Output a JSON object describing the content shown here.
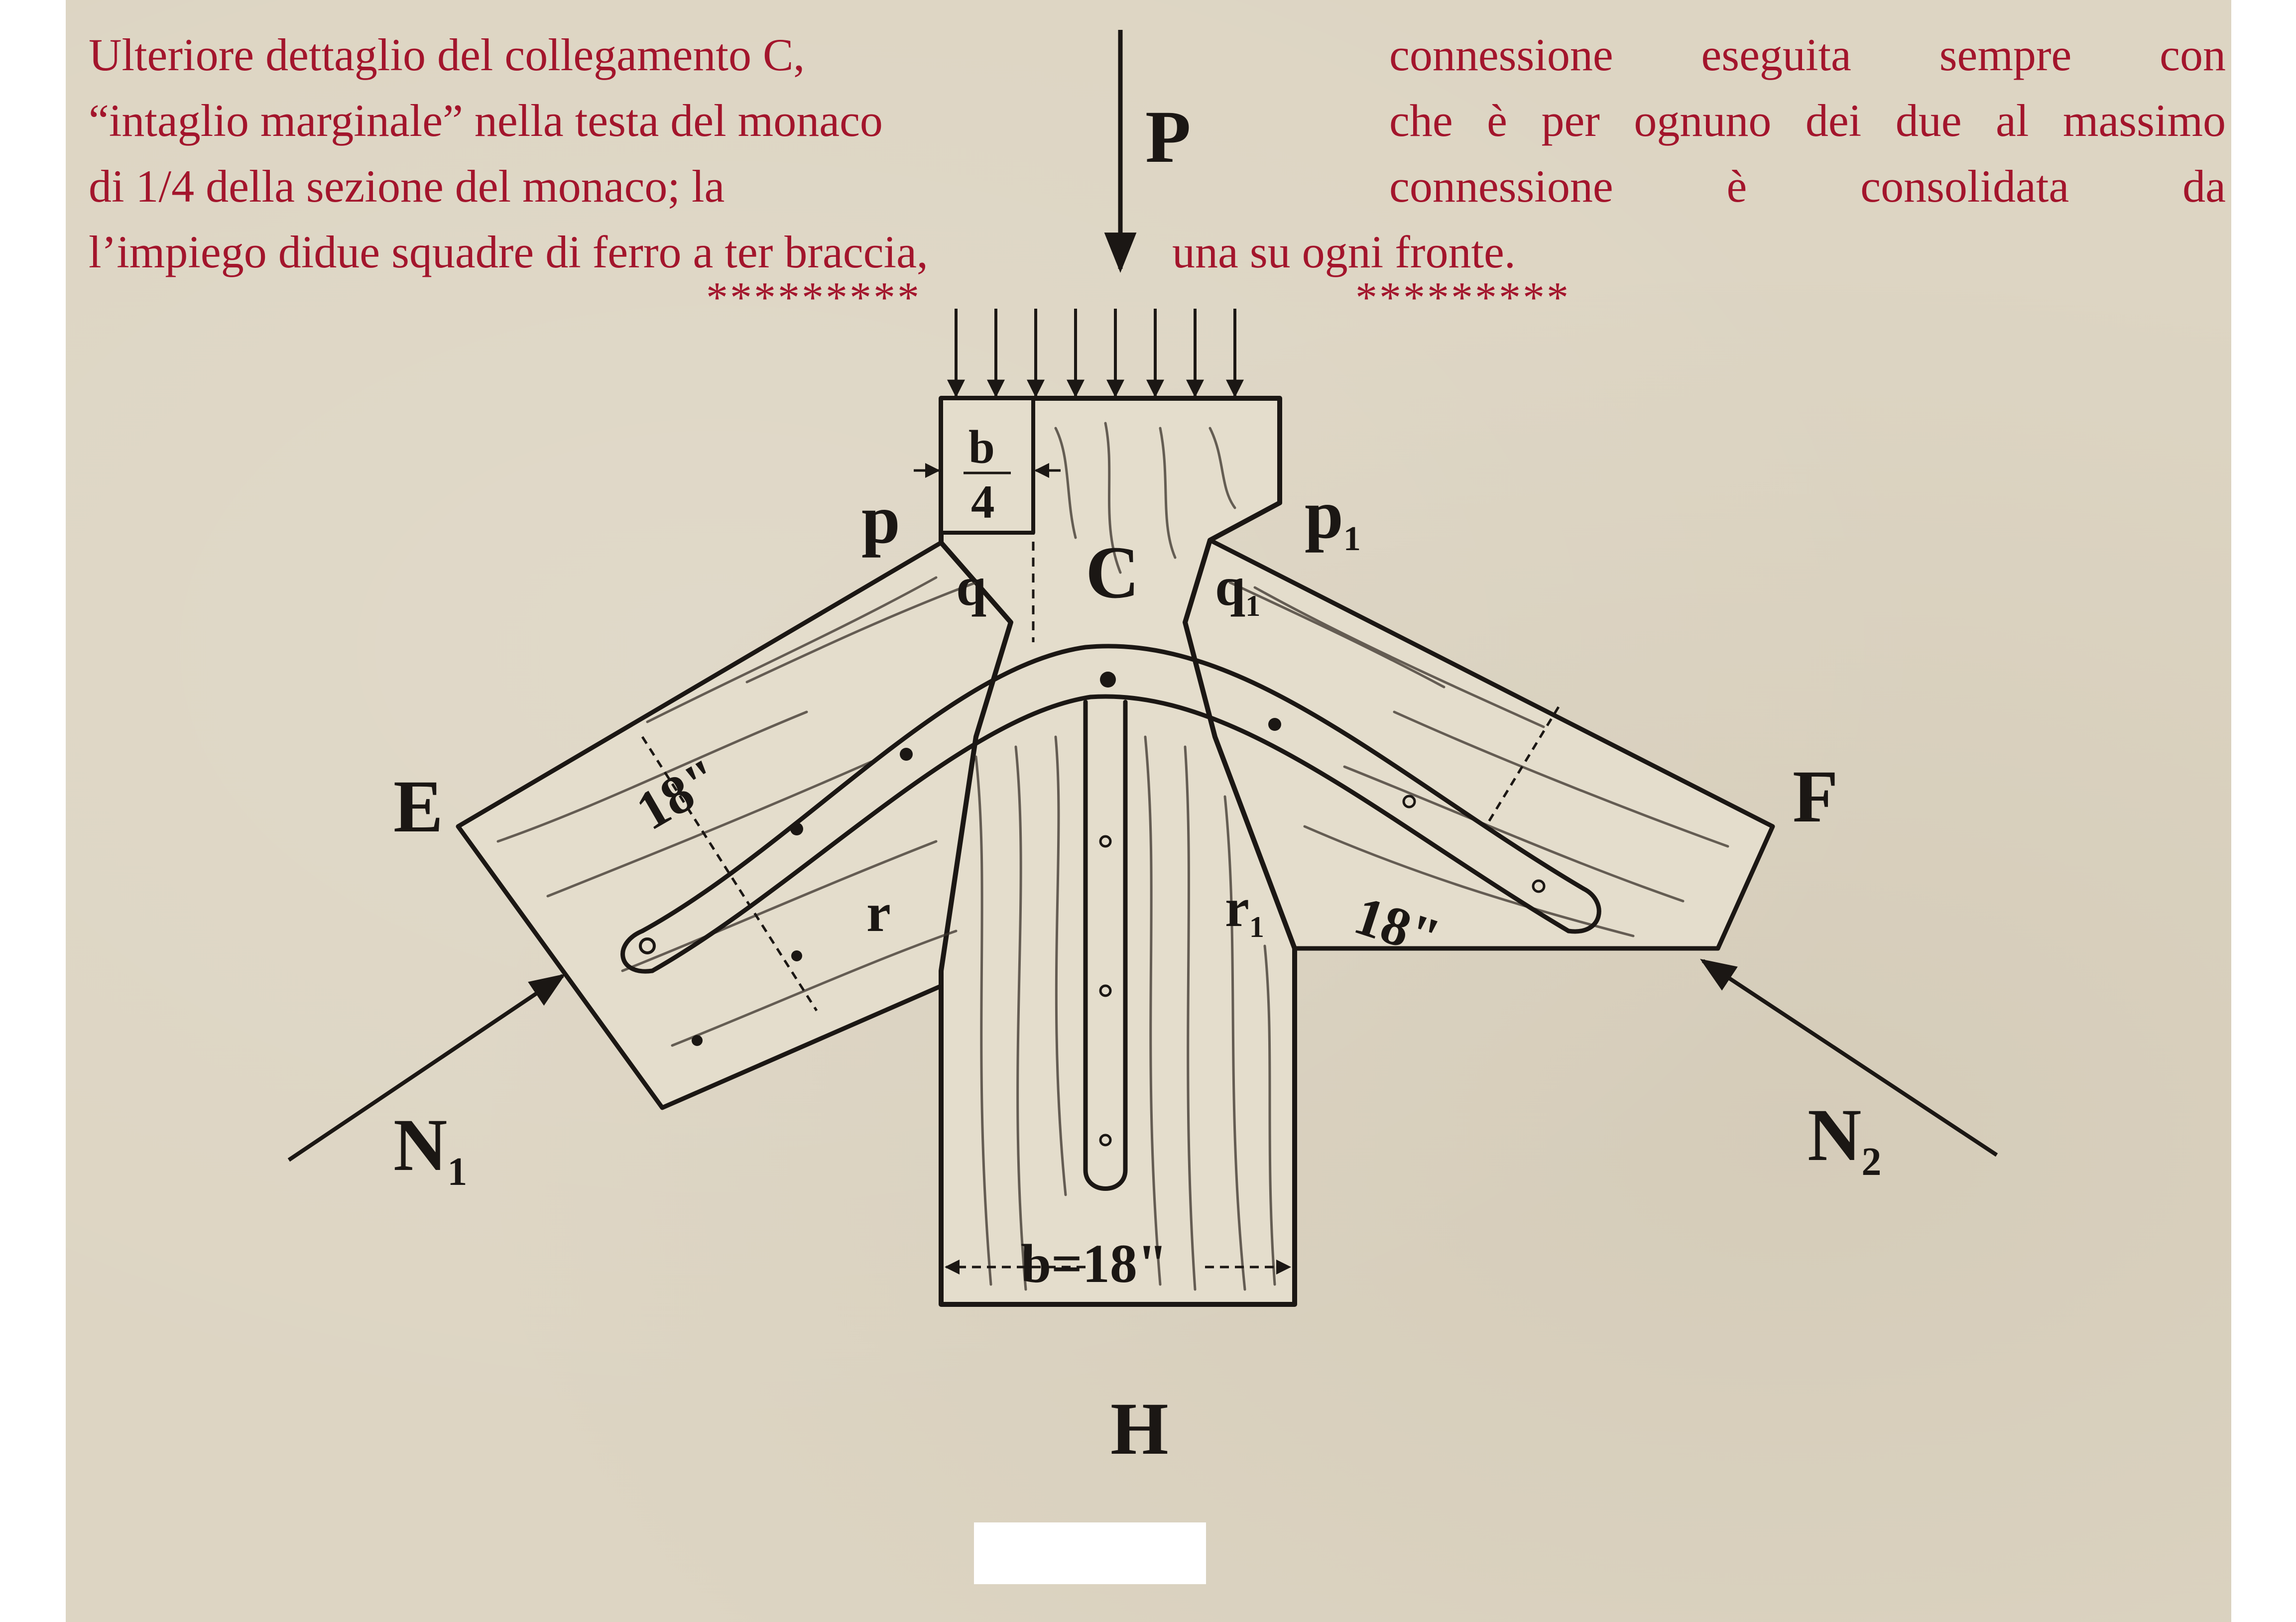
{
  "caption": {
    "left_lines": [
      "Ulteriore dettaglio del collegamento C,",
      "“intaglio marginale” nella testa del monaco",
      "di 1/4 della sezione del monaco; la",
      "l’impiego didue squadre di ferro a ter braccia,"
    ],
    "right_lines": [
      "connessione eseguita sempre con",
      "che è per ognuno dei due al massimo",
      "connessione è consolidata da"
    ],
    "tail": "una su ogni fronte.",
    "separator_left": "*********",
    "separator_right": "*********"
  },
  "labels": {
    "load": "P",
    "joint": "C",
    "left_end": "E",
    "right_end": "F",
    "bottom_end": "H",
    "left_force": "N",
    "left_force_sub": "1",
    "right_force": "N",
    "right_force_sub": "2",
    "p_left": "p",
    "p_right": "p",
    "p_right_sub": "1",
    "q_left": "q",
    "q_right": "q",
    "q_right_sub": "1",
    "r_left": "r",
    "r_right": "r",
    "r_right_sub": "1",
    "notch_num": "b",
    "notch_den": "4",
    "dim_left": "18\"",
    "dim_right": "18\"",
    "dim_bottom": "b=18\""
  },
  "colors": {
    "caption": "#a3152c",
    "paper": "#ddd5c3",
    "wood": "#e4ddcc",
    "ink": "#1b1714"
  }
}
